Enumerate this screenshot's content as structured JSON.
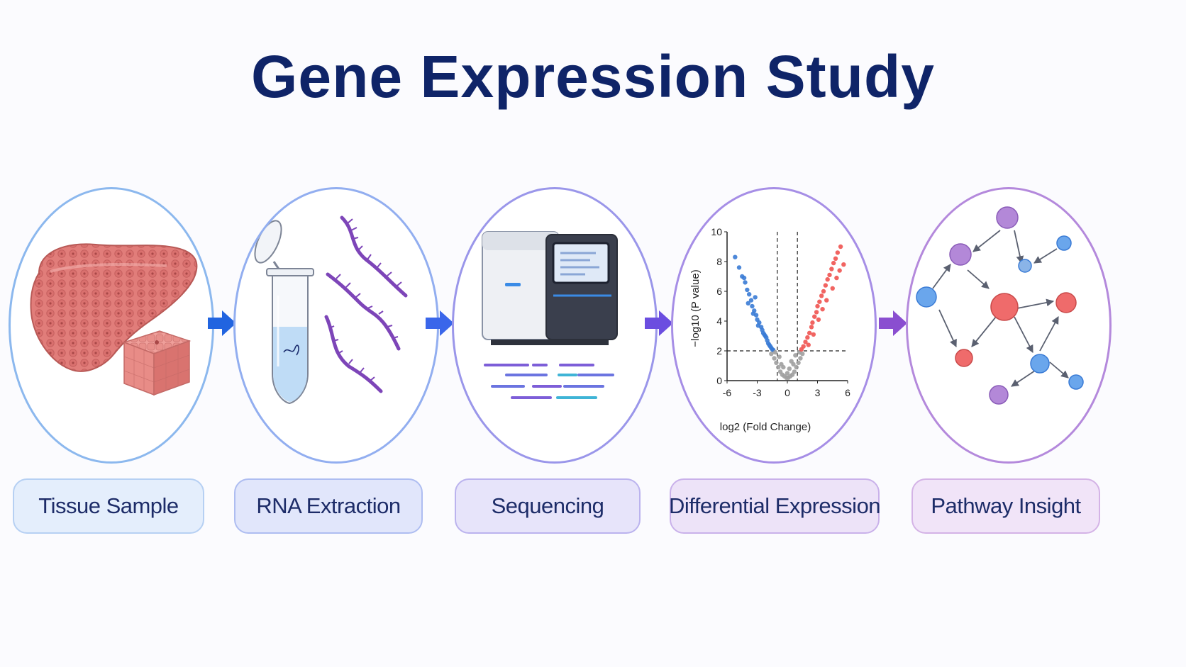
{
  "title": "Gene Expression Study",
  "colors": {
    "title": "#0f2468",
    "tissue": "#e07a78",
    "rna": "#7d45b8",
    "upregulated": "#ef5350",
    "downregulated": "#3a7bd5",
    "not_significant": "#9e9e9e"
  },
  "steps": [
    {
      "label": "Tissue Sample",
      "icon": "liver-tissue-icon"
    },
    {
      "label": "RNA Extraction",
      "icon": "rna-tube-icon"
    },
    {
      "label": "Sequencing",
      "icon": "sequencer-icon"
    },
    {
      "label": "Differential Expression",
      "icon": "volcano-plot-icon"
    },
    {
      "label": "Pathway Insight",
      "icon": "network-icon"
    }
  ],
  "chart_data": {
    "type": "scatter",
    "title": "",
    "xlabel": "log2 (Fold Change)",
    "ylabel": "−log10 (P value)",
    "xticks": [
      "-6",
      "-3",
      "0",
      "3",
      "6"
    ],
    "yticks": [
      "0",
      "2",
      "4",
      "6",
      "8",
      "10"
    ],
    "xlim": [
      -6,
      6
    ],
    "ylim": [
      0,
      10
    ],
    "thresholds": {
      "log2fc": [
        -1,
        1
      ],
      "neg_log10_p": 2
    },
    "series": [
      {
        "name": "",
        "color": "#3a7bd5",
        "x": [
          -5.2,
          -4.8,
          -4.5,
          -4.2,
          -4.0,
          -3.8,
          -3.6,
          -3.5,
          -3.3,
          -3.1,
          -3.0,
          -2.8,
          -2.6,
          -2.5,
          -2.4,
          -2.2,
          -2.1,
          -2.0,
          -1.9,
          -1.8,
          -1.7,
          -1.6,
          -1.5,
          -1.4,
          -3.9,
          -3.4,
          -2.9,
          -2.3,
          -4.3,
          -3.2
        ],
        "y": [
          8.3,
          7.6,
          7.0,
          6.6,
          6.1,
          5.8,
          5.4,
          5.0,
          4.7,
          4.4,
          4.1,
          3.9,
          3.6,
          3.4,
          3.2,
          3.0,
          2.9,
          2.7,
          2.5,
          2.4,
          2.3,
          2.2,
          2.1,
          2.05,
          5.2,
          4.5,
          3.7,
          3.1,
          6.9,
          5.6
        ]
      },
      {
        "name": "",
        "color": "#9e9e9e",
        "x": [
          -1.6,
          -1.3,
          -1.1,
          -0.9,
          -0.7,
          -0.5,
          -0.3,
          -0.1,
          0.1,
          0.3,
          0.5,
          0.7,
          0.9,
          1.1,
          1.3,
          1.5,
          -1.2,
          -0.6,
          0.0,
          0.6,
          1.2,
          -0.8,
          0.4,
          0.8,
          -0.4,
          0.2
        ],
        "y": [
          1.8,
          1.5,
          1.2,
          0.9,
          0.6,
          0.4,
          0.3,
          0.2,
          0.2,
          0.3,
          0.4,
          0.6,
          0.9,
          1.2,
          1.5,
          1.8,
          1.9,
          1.1,
          0.5,
          1.1,
          1.9,
          1.6,
          1.3,
          1.7,
          0.9,
          0.8
        ]
      },
      {
        "name": "",
        "color": "#ef5350",
        "x": [
          1.4,
          1.6,
          1.8,
          2.0,
          2.2,
          2.4,
          2.5,
          2.7,
          2.9,
          3.0,
          3.2,
          3.4,
          3.6,
          3.8,
          4.0,
          4.2,
          4.4,
          4.6,
          4.8,
          5.0,
          5.3,
          5.6,
          3.1,
          2.6,
          3.9,
          4.5,
          2.1,
          3.5,
          4.9,
          5.2
        ],
        "y": [
          2.1,
          2.3,
          2.6,
          2.9,
          3.2,
          3.6,
          3.9,
          4.3,
          4.6,
          5.0,
          5.3,
          5.7,
          6.0,
          6.4,
          6.8,
          7.1,
          7.5,
          7.9,
          8.2,
          8.6,
          9.0,
          7.8,
          4.1,
          3.1,
          5.4,
          6.2,
          2.4,
          4.8,
          6.9,
          7.4
        ]
      }
    ]
  }
}
